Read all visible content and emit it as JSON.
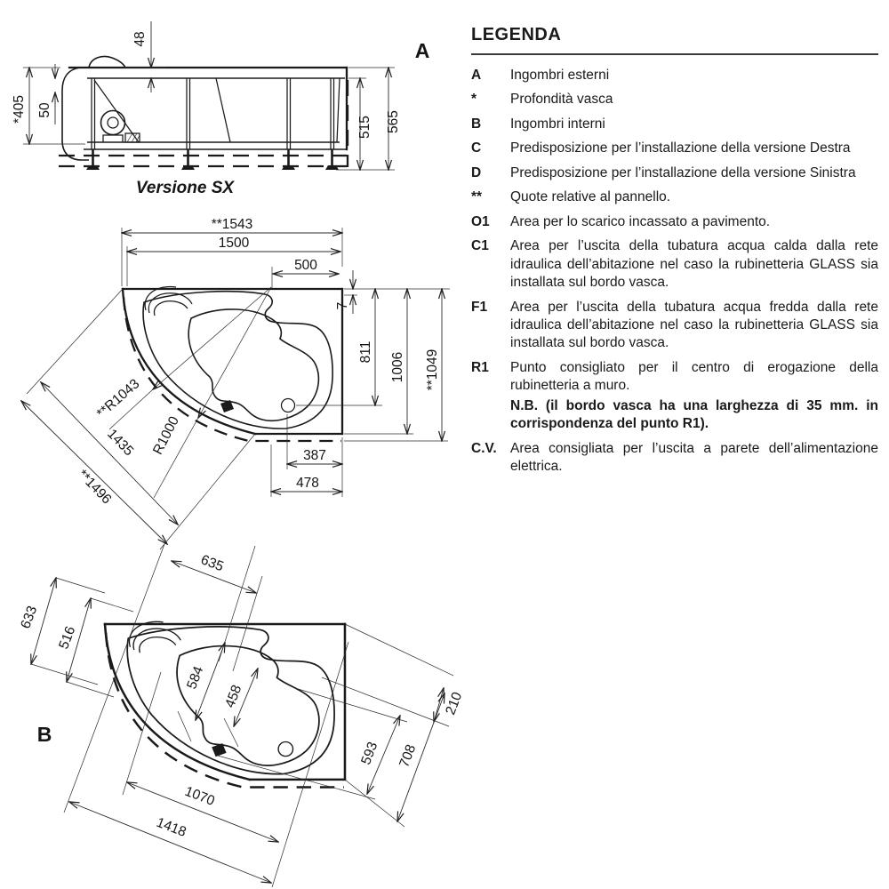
{
  "ink_color": "#1a1a1a",
  "legend": {
    "title": "LEGENDA",
    "items": [
      {
        "key": "A",
        "text": "Ingombri esterni"
      },
      {
        "key": "*",
        "text": "Profondità vasca"
      },
      {
        "key": "B",
        "text": "Ingombri interni"
      },
      {
        "key": "C",
        "text": "Predisposizione per l’installazione della versione Destra"
      },
      {
        "key": "D",
        "text": "Predisposizione per l’installazione della versione Sinistra"
      },
      {
        "key": "**",
        "text": "Quote relative al pannello."
      },
      {
        "key": "O1",
        "text": "Area per lo scarico incassato a pavimento."
      },
      {
        "key": "C1",
        "text": "Area per l’uscita della tubatura acqua calda dalla rete idraulica dell’abitazione nel caso la rubinetteria GLASS sia installata sul bordo vasca."
      },
      {
        "key": "F1",
        "text": "Area per l’uscita della tubatura acqua fredda dalla rete idraulica dell’abitazione nel caso la rubinetteria GLASS sia installata sul bordo vasca."
      },
      {
        "key": "R1",
        "text": "Punto consigliato per il centro di erogazione della rubinetteria a muro.",
        "note": "N.B. (il bordo vasca ha una larghezza di 35 mm. in corrispondenza del punto R1)."
      },
      {
        "key": "C.V.",
        "text": "Area consigliata per l’uscita a parete dell’alimentazione elettrica."
      }
    ]
  },
  "side_view": {
    "marker": "A",
    "caption": "Versione SX",
    "dims": {
      "rim_height": "48",
      "tub_depth": "*405",
      "rim_to_water": "50",
      "under_rim_height": "515",
      "total_height": "565"
    }
  },
  "plan_external": {
    "dims": {
      "panel_width": "**1543",
      "width": "1500",
      "center_offset": "500",
      "panel_gap": "7",
      "drain_depth": "811",
      "depth": "1006",
      "panel_depth": "**1049",
      "panel_radius": "**R1043",
      "radius": "R1000",
      "front_length": "1435",
      "panel_front_length": "**1496",
      "drain_offset": "387",
      "curve_offset": "478"
    }
  },
  "plan_internal": {
    "marker": "B",
    "dims": {
      "basin_top_width": "635",
      "left_outer": "633",
      "left_inner": "516",
      "basin_length": "584",
      "basin_inner_length": "458",
      "corner_gap": "210",
      "right_inner": "593",
      "right_outer": "708",
      "bottom_inner": "1070",
      "bottom_outer": "1418"
    }
  }
}
